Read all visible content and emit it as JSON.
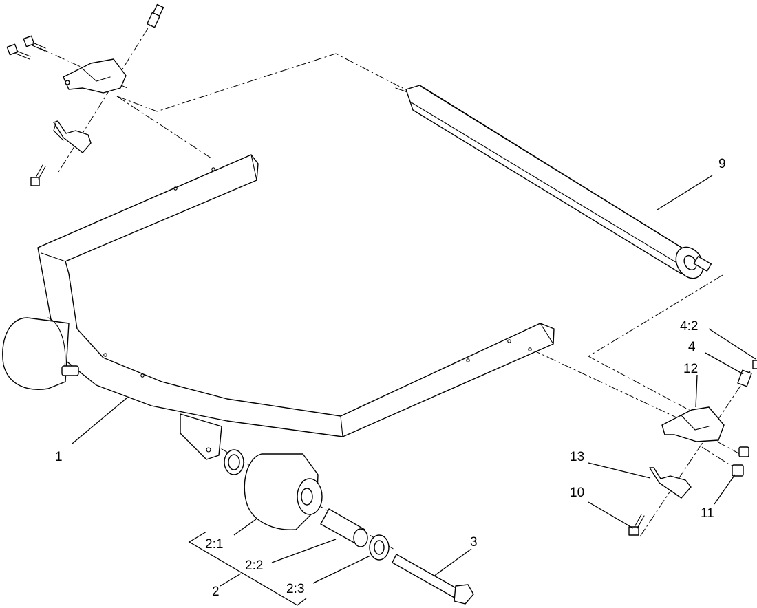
{
  "callouts": {
    "c1": "1",
    "c2": "2",
    "c2_1": "2:1",
    "c2_2": "2:2",
    "c2_3": "2:3",
    "c3": "3",
    "c4": "4",
    "c4_2": "4:2",
    "c9": "9",
    "c10": "10",
    "c11": "11",
    "c12": "12",
    "c13": "13"
  }
}
